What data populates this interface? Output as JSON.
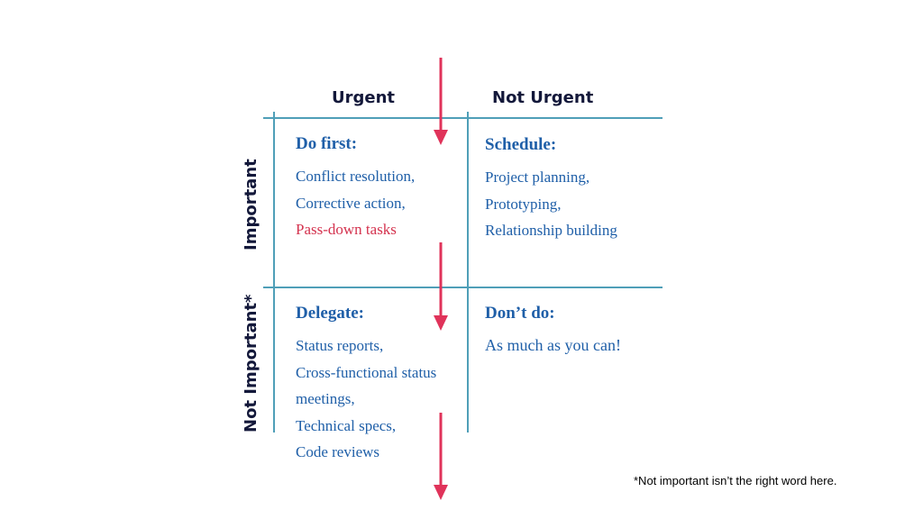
{
  "columns": {
    "urgent": "Urgent",
    "not_urgent": "Not Urgent"
  },
  "rows": {
    "important": "Important",
    "not_important": "Not Important*"
  },
  "quadrants": {
    "do_first": {
      "title": "Do first:",
      "items": [
        "Conflict resolution,",
        "Corrective action,",
        "Pass-down tasks"
      ]
    },
    "schedule": {
      "title": "Schedule:",
      "items": [
        "Project planning,",
        "Prototyping,",
        "Relationship building"
      ]
    },
    "delegate": {
      "title": "Delegate:",
      "items": [
        "Status reports,",
        "Cross-functional status",
        "meetings,",
        "Technical specs,",
        "Code reviews"
      ]
    },
    "dont_do": {
      "title": "Don’t do:",
      "items": [
        "As much as you can!"
      ]
    }
  },
  "footnote": "*Not important isn’t the right word here.",
  "colors": {
    "heading": "#13183a",
    "quadrant_text": "#1f5fa8",
    "highlight": "#d4334f",
    "grid_line": "#4f9fb8",
    "arrow": "#e0335a"
  }
}
